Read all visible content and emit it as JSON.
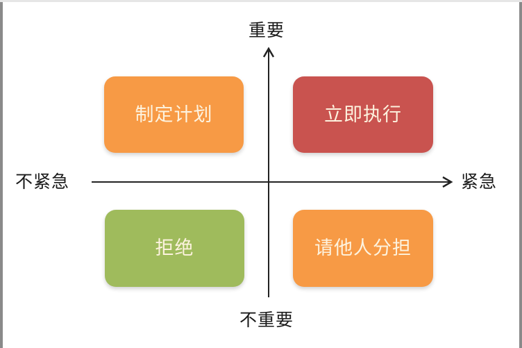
{
  "diagram": {
    "type": "priority-matrix",
    "axes": {
      "vertical": {
        "top_label": "重要",
        "bottom_label": "不重要"
      },
      "horizontal": {
        "left_label": "不紧急",
        "right_label": "紧急"
      },
      "line_color": "#222222"
    },
    "quadrants": [
      {
        "id": "important-not-urgent",
        "position": "top-left",
        "label": "制定计划",
        "color": "#f79a45"
      },
      {
        "id": "important-urgent",
        "position": "top-right",
        "label": "立即执行",
        "color": "#c9534f"
      },
      {
        "id": "not-important-not-urgent",
        "position": "bottom-left",
        "label": "拒绝",
        "color": "#9fbb5c"
      },
      {
        "id": "not-important-urgent",
        "position": "bottom-right",
        "label": "请他人分担",
        "color": "#f79a45"
      }
    ]
  }
}
